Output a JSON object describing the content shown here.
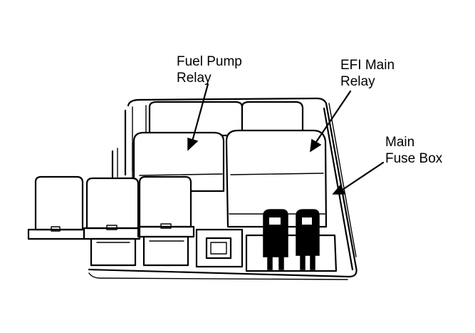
{
  "labels": {
    "fuel_pump_relay": [
      "Fuel Pump",
      "Relay"
    ],
    "efi_main_relay": [
      "EFI Main",
      "Relay"
    ],
    "main_fuse_box": [
      "Main",
      "Fuse Box"
    ]
  },
  "colors": {
    "line": "#000000",
    "background": "#ffffff"
  }
}
